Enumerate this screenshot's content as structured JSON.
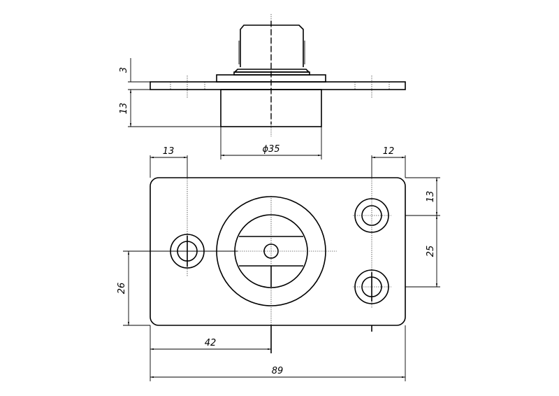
{
  "drawing": {
    "type": "technical drawing",
    "views": [
      "front-section-view",
      "top-view"
    ],
    "stroke_color": "#000000",
    "background": "#ffffff"
  },
  "dimensions": {
    "flange_thickness": "3",
    "boss_height": "13",
    "boss_diameter": "ϕ35",
    "left_hole_offset": "13",
    "right_hole_offset": "12",
    "right_hole_top_offset": "13",
    "right_holes_spacing": "25",
    "left_hole_height": "26",
    "center_offset": "42",
    "overall_length": "89"
  }
}
